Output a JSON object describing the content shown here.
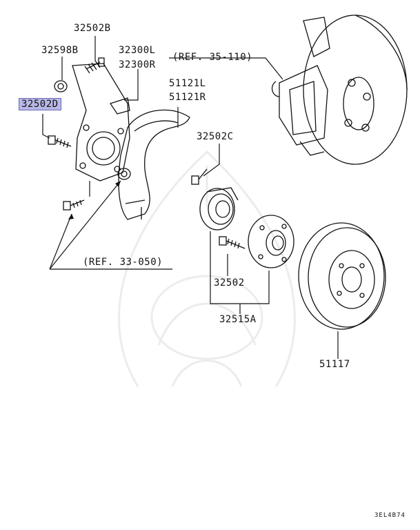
{
  "labels": {
    "p32502B": "32502B",
    "p32598B": "32598B",
    "p32300L": "32300L",
    "p32300R": "32300R",
    "ref35": "(REF. 35-110)",
    "p32502D": "32502D",
    "p51121L": "51121L",
    "p51121R": "51121R",
    "p32502C": "32502C",
    "ref33": "(REF. 33-050)",
    "p32502": "32502",
    "p32515A": "32515A",
    "p51117": "51117"
  },
  "highlight_color": "#b7b8e6",
  "diagram_code": "3EL4B74",
  "watermark": "samurai-helmet-watermark"
}
